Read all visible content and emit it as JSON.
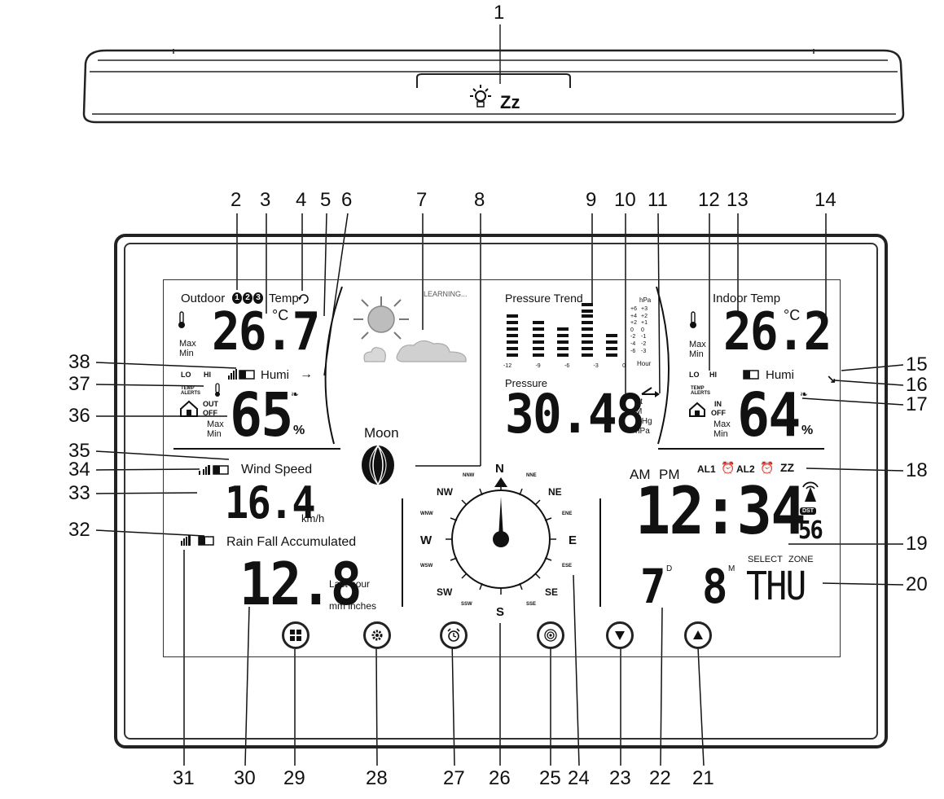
{
  "callouts": {
    "c1": "1",
    "c2": "2",
    "c3": "3",
    "c4": "4",
    "c5": "5",
    "c6": "6",
    "c7": "7",
    "c8": "8",
    "c9": "9",
    "c10": "10",
    "c11": "11",
    "c12": "12",
    "c13": "13",
    "c14": "14",
    "c15": "15",
    "c16": "16",
    "c17": "17",
    "c18": "18",
    "c19": "19",
    "c20": "20",
    "c21": "21",
    "c22": "22",
    "c23": "23",
    "c24": "24",
    "c25": "25",
    "c26": "26",
    "c27": "27",
    "c28": "28",
    "c29": "29",
    "c30": "30",
    "c31": "31",
    "c32": "32",
    "c33": "33",
    "c34": "34",
    "c35": "35",
    "c36": "36",
    "c37": "37",
    "c38": "38"
  },
  "top_view": {
    "snooze_label": "Zz",
    "icon": "backlight-snooze-icon"
  },
  "outdoor": {
    "header_outdoor": "Outdoor",
    "header_temp": "Temp",
    "channels": [
      "1",
      "2",
      "3"
    ],
    "temp_value": "26.7",
    "temp_unit": "°C",
    "max_label": "Max",
    "min_label": "Min",
    "lo_label": "LO",
    "hi_label": "HI",
    "humi_label": "Humi",
    "temp_alerts": "TEMP ALERTS",
    "out_label": "OUT",
    "off_label": "OFF",
    "humidity_value": "65",
    "humidity_unit": "%"
  },
  "forecast": {
    "learning_label": "LEARNING..."
  },
  "moon": {
    "label": "Moon"
  },
  "pressure": {
    "trend_label": "Pressure Trend",
    "hour_ticks": [
      "-12",
      "-9",
      "-6",
      "-3",
      "0"
    ],
    "hpa_label": "hPa",
    "hpa_col1": [
      "+6",
      "+4",
      "+2",
      "0",
      "-2",
      "-4",
      "-6"
    ],
    "hpa_col2": [
      "+3",
      "+2",
      "+1",
      "0",
      "-1",
      "-2",
      "-3"
    ],
    "hour_label": "Hour",
    "pressure_label": "Pressure",
    "value": "30.48",
    "units": [
      "Ft",
      "M",
      "inHg",
      "hPa"
    ]
  },
  "indoor": {
    "header": "Indoor  Temp",
    "temp_value": "26.2",
    "temp_unit": "°C",
    "max_label": "Max",
    "min_label": "Min",
    "lo_label": "LO",
    "hi_label": "HI",
    "humi_label": "Humi",
    "temp_alerts": "TEMP ALERTS",
    "in_label": "IN",
    "off_label": "OFF",
    "humidity_value": "64",
    "humidity_unit": "%"
  },
  "wind": {
    "label": "Wind Speed",
    "value": "16.4",
    "unit": "km/h"
  },
  "rain": {
    "label": "Rain Fall Accumulated",
    "value": "12.8",
    "last_hour": "Last hour",
    "units": "mm inches"
  },
  "compass": {
    "N": "N",
    "NNE": "NNE",
    "NE": "NE",
    "ENE": "ENE",
    "E": "E",
    "ESE": "ESE",
    "SE": "SE",
    "SSE": "SSE",
    "S": "S",
    "SSW": "SSW",
    "SW": "SW",
    "WSW": "WSW",
    "W": "W",
    "WNW": "WNW",
    "NW": "NW",
    "NNW": "NNW"
  },
  "clock": {
    "am": "AM",
    "pm": "PM",
    "al1": "AL1",
    "al2": "AL2",
    "zz": "ZZ",
    "dst": "DST",
    "time": "12:34",
    "seconds": "56",
    "day": "7",
    "day_suffix": "D",
    "month": "8",
    "month_suffix": "M",
    "select": "SELECT",
    "zone": "ZONE",
    "weekday": "THU"
  },
  "buttons": {
    "b29": "menu-icon",
    "b28": "settings-gear-icon",
    "b27": "alarm-clock-icon",
    "b25": "sensor-signal-icon",
    "b23": "down-arrow-icon",
    "b21": "up-arrow-icon"
  }
}
